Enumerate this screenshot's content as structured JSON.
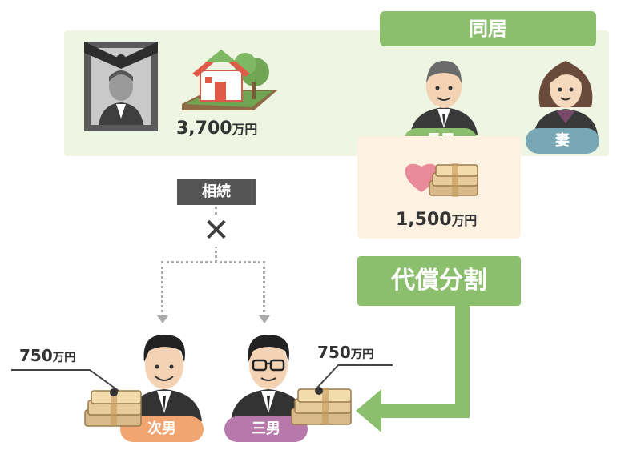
{
  "heir_group": {
    "label": "同居"
  },
  "deceased": {
    "icon": "memorial-portrait-icon"
  },
  "estate": {
    "icon": "house-icon",
    "amount": "3,700",
    "unit": "万円"
  },
  "inheritance_tag": "相続",
  "excluded_mark": "✕",
  "eldest_son": {
    "label": "長男"
  },
  "wife": {
    "label": "妻"
  },
  "compensation": {
    "amount": "1,500",
    "unit": "万円",
    "icon": "heart-money-icon"
  },
  "method_label": "代償分割",
  "second_son": {
    "label": "次男",
    "amount": "750",
    "unit": "万円"
  },
  "third_son": {
    "label": "三男",
    "amount": "750",
    "unit": "万円"
  },
  "colors": {
    "green": "#8bbf6e",
    "band": "#eef6e3",
    "peach": "#f2a571",
    "purple": "#b679a9",
    "teal": "#78a8b6",
    "money_bg": "#fdf2e1"
  }
}
